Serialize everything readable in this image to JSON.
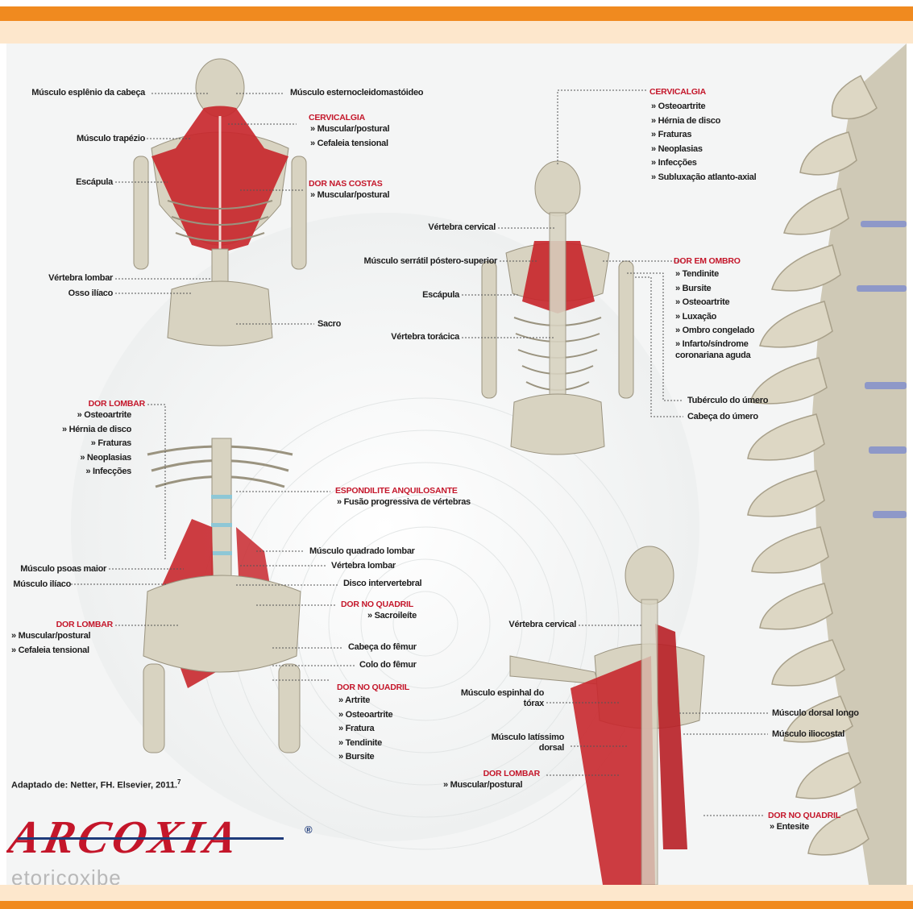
{
  "brand": {
    "logo_text": "ARCOXIA",
    "registered": "®",
    "subtitle": "etoricoxibe",
    "colors": {
      "orange": "#f08a1f",
      "peach": "#fde7cc",
      "red": "#c4162a",
      "blue": "#1f3b7a",
      "muscle": "#c8282e",
      "bone": "#d8d3c1"
    }
  },
  "source": {
    "text": "Adaptado de: Netter, FH. Elsevier, 2011.",
    "ref": "7"
  },
  "fig1": {
    "labels": {
      "esplenio": "Músculo esplênio da cabeça",
      "esterno": "Músculo esternocleidomastóideo",
      "trapezio": "Músculo trapézio",
      "escapula": "Escápula",
      "vert_lombar": "Vértebra lombar",
      "osso_iliaco": "Osso ilíaco",
      "sacro": "Sacro"
    },
    "cervicalgia": {
      "title": "CERVICALGIA",
      "items": [
        "Muscular/postural",
        "Cefaleia tensional"
      ]
    },
    "dor_costas": {
      "title": "DOR NAS COSTAS",
      "items": [
        "Muscular/postural"
      ]
    }
  },
  "fig2": {
    "labels": {
      "vert_cervical": "Vértebra cervical",
      "serratil": "Músculo serrátil póstero-superior",
      "escapula": "Escápula",
      "vert_toracica": "Vértebra torácica",
      "tuberculo": "Tubérculo do úmero",
      "cabeca_umero": "Cabeça do úmero"
    },
    "cervicalgia": {
      "title": "CERVICALGIA",
      "items": [
        "Osteoartrite",
        "Hérnia de disco",
        "Fraturas",
        "Neoplasias",
        "Infecções",
        "Subluxação atlanto-axial"
      ]
    },
    "dor_ombro": {
      "title": "DOR EM OMBRO",
      "items": [
        "Tendinite",
        "Bursite",
        "Osteoartrite",
        "Luxação",
        "Ombro congelado",
        "Infarto/síndrome coronariana aguda"
      ]
    }
  },
  "fig3": {
    "labels": {
      "quadrado": "Músculo quadrado lombar",
      "vert_lombar": "Vértebra lombar",
      "disco": "Disco intervertebral",
      "psoas": "Músculo psoas maior",
      "iliaco": "Músculo ilíaco",
      "cabeca_femur": "Cabeça do fêmur",
      "colo_femur": "Colo do fêmur"
    },
    "dor_lombar_top": {
      "title": "DOR LOMBAR",
      "items": [
        "Osteoartrite",
        "Hérnia de disco",
        "Fraturas",
        "Neoplasias",
        "Infecções"
      ]
    },
    "espondilite": {
      "title": "ESPONDILITE ANQUILOSANTE",
      "items": [
        "Fusão progressiva de vértebras"
      ]
    },
    "dor_quadril_1": {
      "title": "DOR NO QUADRIL",
      "items": [
        "Sacroileíte"
      ]
    },
    "dor_lombar_bottom": {
      "title": "DOR LOMBAR",
      "items": [
        "Muscular/postural",
        "Cefaleia tensional"
      ]
    },
    "dor_quadril_2": {
      "title": "DOR NO QUADRIL",
      "items": [
        "Artrite",
        "Osteoartrite",
        "Fratura",
        "Tendinite",
        "Bursite"
      ]
    }
  },
  "fig4": {
    "labels": {
      "vert_cervical": "Vértebra cervical",
      "espinhal": "Músculo espinhal do tórax",
      "latissimo": "Músculo latíssimo dorsal",
      "dorsal_longo": "Músculo dorsal longo",
      "iliocostal": "Músculo iliocostal"
    },
    "dor_lombar": {
      "title": "DOR LOMBAR",
      "items": [
        "Muscular/postural"
      ]
    },
    "dor_quadril": {
      "title": "DOR NO QUADRIL",
      "items": [
        "Entesite"
      ]
    }
  }
}
